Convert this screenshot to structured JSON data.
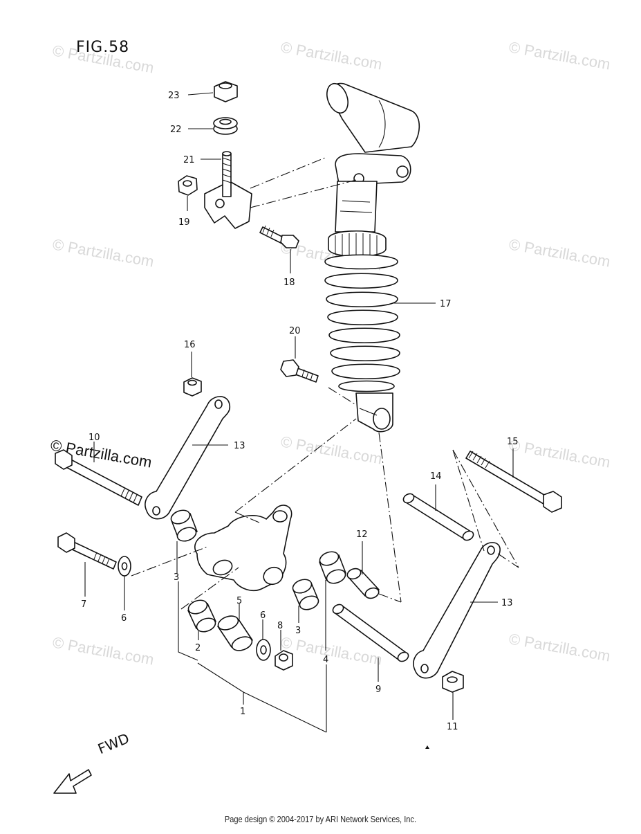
{
  "figure": {
    "title": "FIG.58"
  },
  "watermark": {
    "text": "© Partzilla.com"
  },
  "callouts": [
    "1",
    "2",
    "3",
    "3",
    "4",
    "5",
    "6",
    "6",
    "7",
    "8",
    "9",
    "10",
    "11",
    "12",
    "13",
    "13",
    "14",
    "15",
    "16",
    "17",
    "18",
    "19",
    "20",
    "21",
    "22",
    "23"
  ],
  "fwd": {
    "label": "FWD"
  },
  "footer": {
    "text": "Page design © 2004-2017 by ARI Network Services, Inc."
  }
}
